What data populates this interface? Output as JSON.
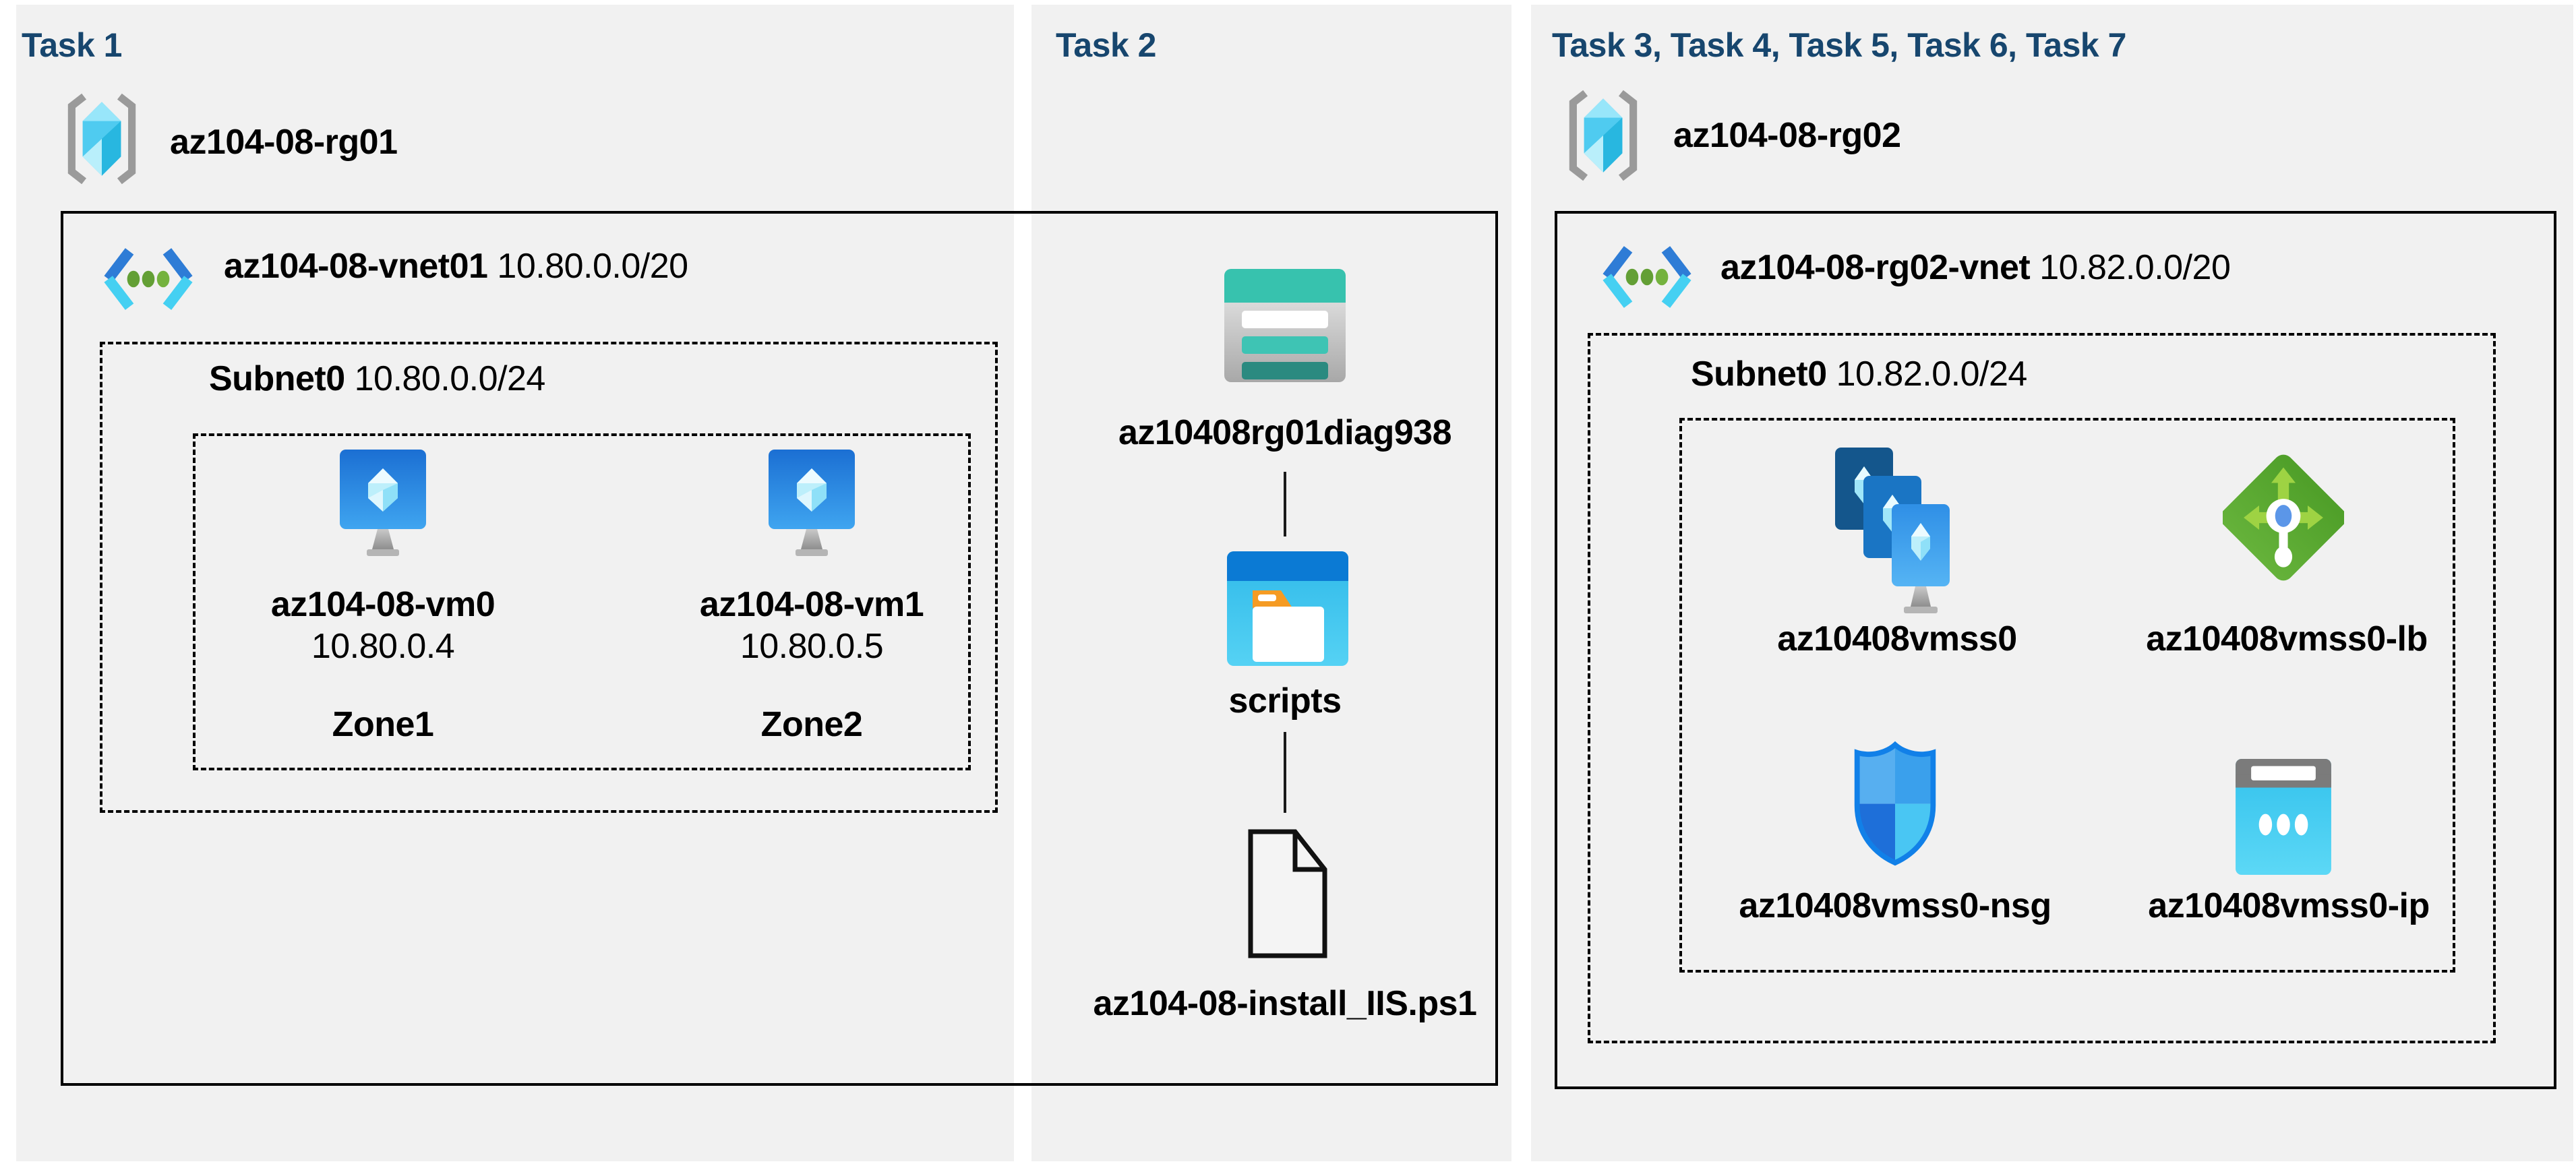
{
  "colors": {
    "page_bg": "#ffffff",
    "panel_bg": "#f1f1f1",
    "title_text": "#17466e",
    "body_text": "#000000",
    "box_border": "#000000",
    "connector": "#1a1a1a",
    "teal_storage": "#37c2ae",
    "blue_folder_bar": "#0b7ad4",
    "green_lb": "#55a52e",
    "shield_blue": "#1180e8",
    "cyan_ip": "#3cc4ee"
  },
  "task1": {
    "title": "Task 1",
    "resource_group": "az104-08-rg01",
    "vnet_name": "az104-08-vnet01",
    "vnet_cidr": "10.80.0.0/20",
    "subnet_name": "Subnet0",
    "subnet_cidr": "10.80.0.0/24",
    "vm0": {
      "name": "az104-08-vm0",
      "ip": "10.80.0.4",
      "zone": "Zone1"
    },
    "vm1": {
      "name": "az104-08-vm1",
      "ip": "10.80.0.5",
      "zone": "Zone2"
    }
  },
  "task2": {
    "title": "Task 2",
    "storage_account": "az10408rg01diag938",
    "file_share": "scripts",
    "script_file": "az104-08-install_IIS.ps1"
  },
  "task3": {
    "title": "Task 3, Task 4, Task 5, Task 6, Task 7",
    "resource_group": "az104-08-rg02",
    "vnet_name": "az104-08-rg02-vnet",
    "vnet_cidr": "10.82.0.0/20",
    "subnet_name": "Subnet0",
    "subnet_cidr": "10.82.0.0/24",
    "vmss": "az10408vmss0",
    "load_balancer": "az10408vmss0-lb",
    "nsg": "az10408vmss0-nsg",
    "public_ip": "az10408vmss0-ip"
  },
  "icons": {
    "resource-group-icon": "gray brackets enclosing cyan faceted cube",
    "virtual-network-icon": "blue angle brackets with three green dots",
    "virtual-machine-icon": "blue monitor with cyan gem and gray stand",
    "storage-account-icon": "teal and gray table rows",
    "file-share-icon": "blue window with white folder and orange tab",
    "file-icon": "document outline with folded corner",
    "vm-scale-set-icon": "three stacked blue vm cards on stand",
    "load-balancer-icon": "green diamond with arrows and white probe",
    "network-security-group-icon": "blue quartered shield",
    "public-ip-icon": "cyan card with gray header and three dots"
  }
}
